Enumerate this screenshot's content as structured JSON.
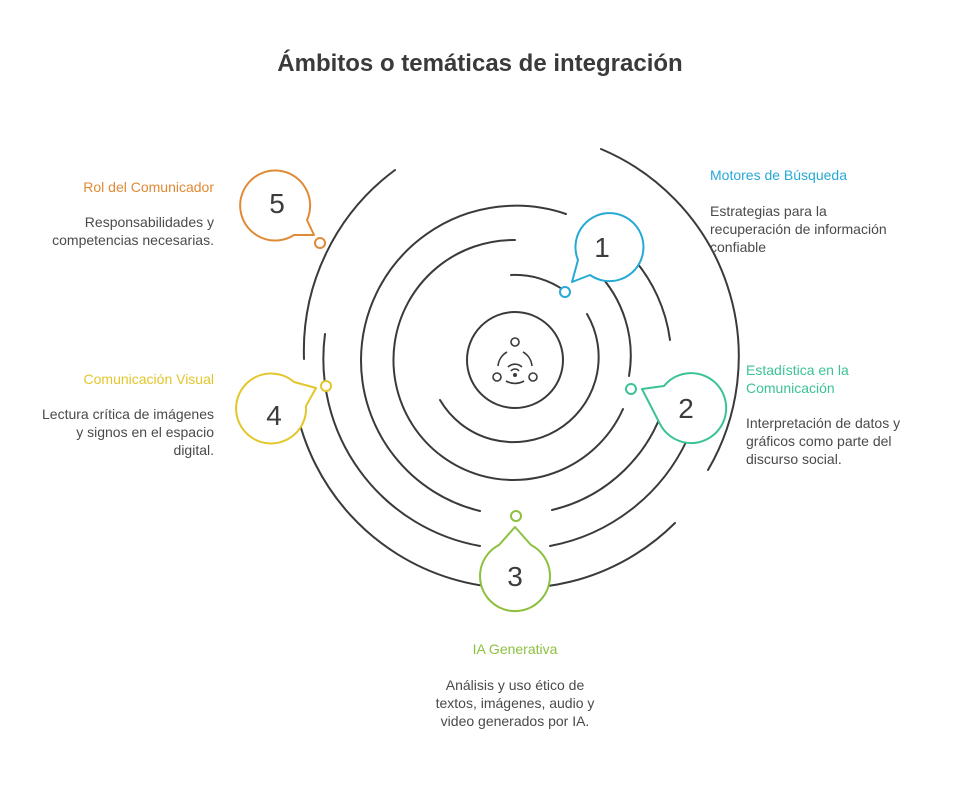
{
  "title": "Ámbitos o temáticas de integración",
  "colors": {
    "motores": "#27a9d6",
    "estadistica": "#3cc395",
    "ia": "#8dc03f",
    "visual": "#e3c62a",
    "rol": "#e08a36",
    "rings": "#3a3a3a"
  },
  "center_icon": "ai-network-icon",
  "items": [
    {
      "number": "1",
      "heading": "Motores de Búsqueda",
      "desc": "Estrategias para la recuperación de información confiable"
    },
    {
      "number": "2",
      "heading": "Estadística en la Comunicación",
      "desc": "Interpretación de datos y gráficos como parte del discurso social."
    },
    {
      "number": "3",
      "heading": "IA Generativa",
      "desc": "Análisis y uso ético de textos, imágenes, audio y video generados por IA."
    },
    {
      "number": "4",
      "heading": "Comunicación Visual",
      "desc": "Lectura crítica de imágenes y signos en el espacio digital."
    },
    {
      "number": "5",
      "heading": "Rol del Comunicador",
      "desc": "Responsabilidades y competencias necesarias."
    }
  ]
}
